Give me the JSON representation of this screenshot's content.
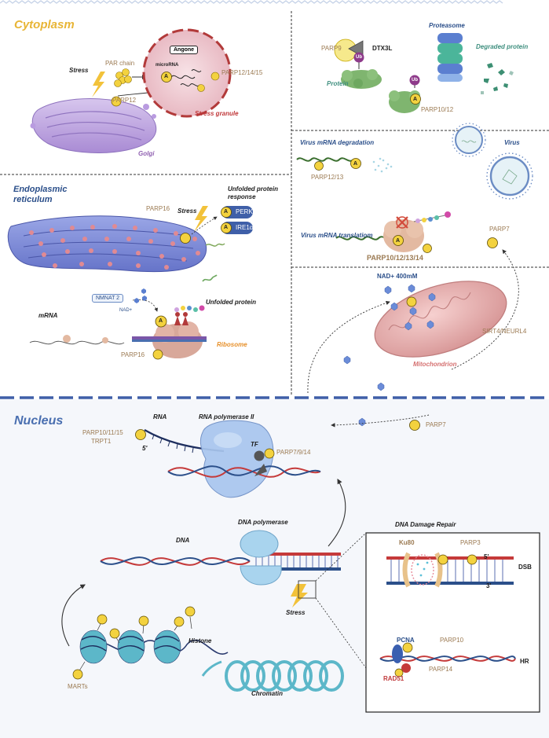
{
  "regions": {
    "cytoplasm": "Cytoplasm",
    "er": "Endoplasmic\nreticulum",
    "nucleus": "Nucleus"
  },
  "cytoplasm": {
    "stress": "Stress",
    "par_chain": "PAR chain",
    "parp12": "PARP12",
    "angone": "Angone",
    "microrna": "microRNA",
    "parp12_14_15": "PARP12/14/15",
    "stress_granule": "Stress granule",
    "golgi": "Golgi"
  },
  "proteasome_panel": {
    "parp9": "PARP9",
    "dtx3l": "DTX3L",
    "ub": "Ub",
    "proteasome": "Proteasome",
    "degraded_protein": "Degraded protein",
    "protein": "Protein",
    "parp10_12": "PARP10/12"
  },
  "virus_panel": {
    "virus_mrna_degradation": "Virus mRNA degradation",
    "virus": "Virus",
    "parp12_13": "PARP12/13",
    "virus_mrna_translation": "Virus mRNA translatiom",
    "parp10_12_13_14": "PARP10/12/13/14",
    "parp7": "PARP7"
  },
  "er_panel": {
    "parp16": "PARP16",
    "stress": "Stress",
    "unfolded_protein_response": "Unfolded protein\nresponse",
    "perk": "PERK",
    "ire1a": "IRE1α",
    "nmnat2": "NMNAT 2",
    "nad": "NAD+",
    "unfolded_protein": "Unfolded protein",
    "mrna": "mRNA",
    "parp16_2": "PARP16",
    "ribosome": "Ribosome"
  },
  "mito_panel": {
    "nad_level": "NAD+ 400mM",
    "sirt4": "SIRT4/NEURL4",
    "mitochondrion": "Mitochondrion"
  },
  "nucleus_panel": {
    "rna": "RNA",
    "rna_pol2": "RNA polymerase II",
    "parp10_11_15": "PARP10/11/15",
    "trpt1": "TRPT1",
    "five_prime": "5'",
    "tf": "TF",
    "parp7_9_14": "PARP7/9/14",
    "parp7": "PARP7",
    "dna_polymerase": "DNA polymerase",
    "dna": "DNA",
    "stress": "Stress",
    "histone": "Histone",
    "marts": "MARTs",
    "chromatin": "Chromatin"
  },
  "dna_repair": {
    "title": "DNA Damage Repair",
    "ku80": "Ku80",
    "parp3": "PARP3",
    "five_prime": "5'",
    "three_prime": "3'",
    "dsb": "DSB",
    "pcna": "PCNA",
    "parp10": "PARP10",
    "parp14": "PARP14",
    "rad51": "RAD51",
    "hr": "HR"
  },
  "marker_letter": "A",
  "colors": {
    "cytoplasm_title": "#e8b536",
    "er_title": "#2b4f8a",
    "nucleus_title": "#4a6fb0",
    "par_yellow": "#f3d23f",
    "divider_blue": "#3f5fa8",
    "nucleus_bg": "#f5f7fb"
  }
}
